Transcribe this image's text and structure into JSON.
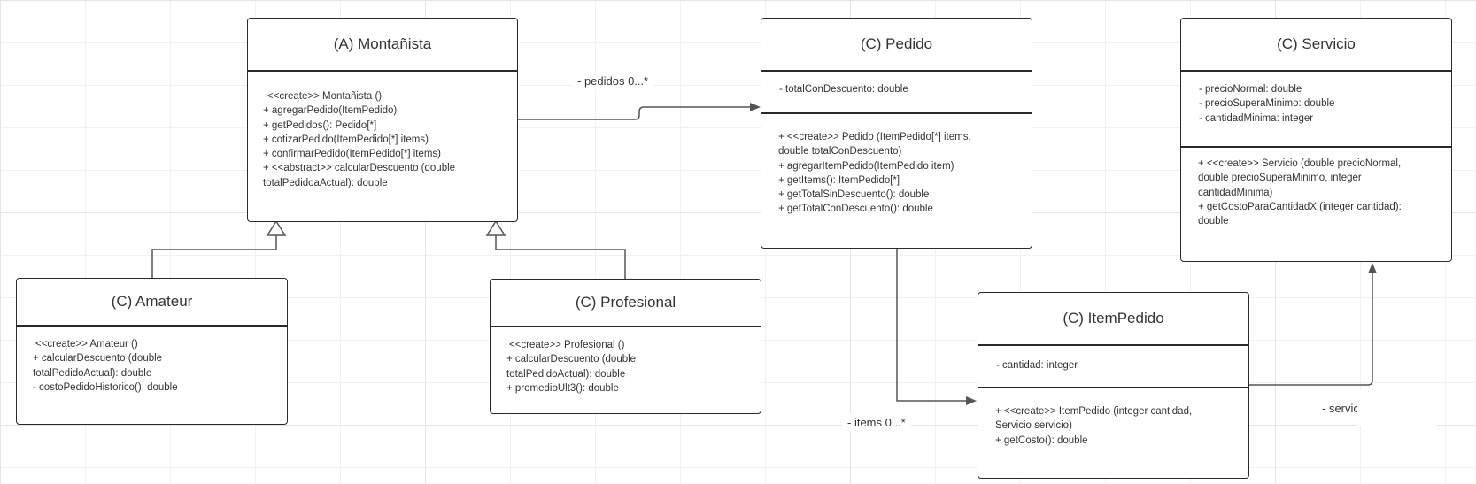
{
  "classes": {
    "montanista": {
      "title": "(A) Montañista",
      "operations": [
        "<<create>> Montañista ()",
        "+ agregarPedido(ItemPedido)",
        "+ getPedidos(): Pedido[*]",
        "+ cotizarPedido(ItemPedido[*] items)",
        "+ confirmarPedido(ItemPedido[*] items)",
        "+ <<abstract>> calcularDescuento (double",
        "totalPedidoaActual): double"
      ]
    },
    "amateur": {
      "title": "(C) Amateur",
      "operations": [
        "<<create>> Amateur ()",
        "+ calcularDescuento (double",
        "totalPedidoActual): double",
        "- costoPedidoHistorico(): double"
      ]
    },
    "profesional": {
      "title": "(C) Profesional",
      "operations": [
        "<<create>> Profesional ()",
        "+ calcularDescuento (double",
        "totalPedidoActual): double",
        "+ promedioUlt3(): double"
      ]
    },
    "pedido": {
      "title": "(C) Pedido",
      "attributes": [
        "- totalConDescuento: double"
      ],
      "operations": [
        "+ <<create>> Pedido (ItemPedido[*] items,",
        "double totalConDescuento)",
        "+ agregarItemPedido(ItemPedido item)",
        "+ getItems(): ItemPedido[*]",
        "+ getTotalSinDescuento(): double",
        "+ getTotalConDescuento(): double"
      ]
    },
    "servicio": {
      "title": "(C) Servicio",
      "attributes": [
        "- precioNormal: double",
        "- precioSuperaMinimo: double",
        "- cantidadMinima: integer"
      ],
      "operations": [
        "+ <<create>> Servicio (double precioNormal,",
        "double precioSuperaMinimo, integer",
        "cantidadMinima)",
        "+ getCostoParaCantidadX (integer cantidad):",
        "double"
      ]
    },
    "itempedido": {
      "title": "(C) ItemPedido",
      "attributes": [
        "- cantidad: integer"
      ],
      "operations": [
        "+ <<create>> ItemPedido (integer cantidad,",
        "Servicio servicio)",
        "+ getCosto(): double"
      ]
    }
  },
  "associations": {
    "pedidos": "- pedidos 0...*",
    "items": "- items 0...*",
    "servicio": "- servicio"
  },
  "colors": {
    "stroke": "#2a2a2a",
    "connector": "#555555",
    "grid": "#e4e4e4"
  }
}
